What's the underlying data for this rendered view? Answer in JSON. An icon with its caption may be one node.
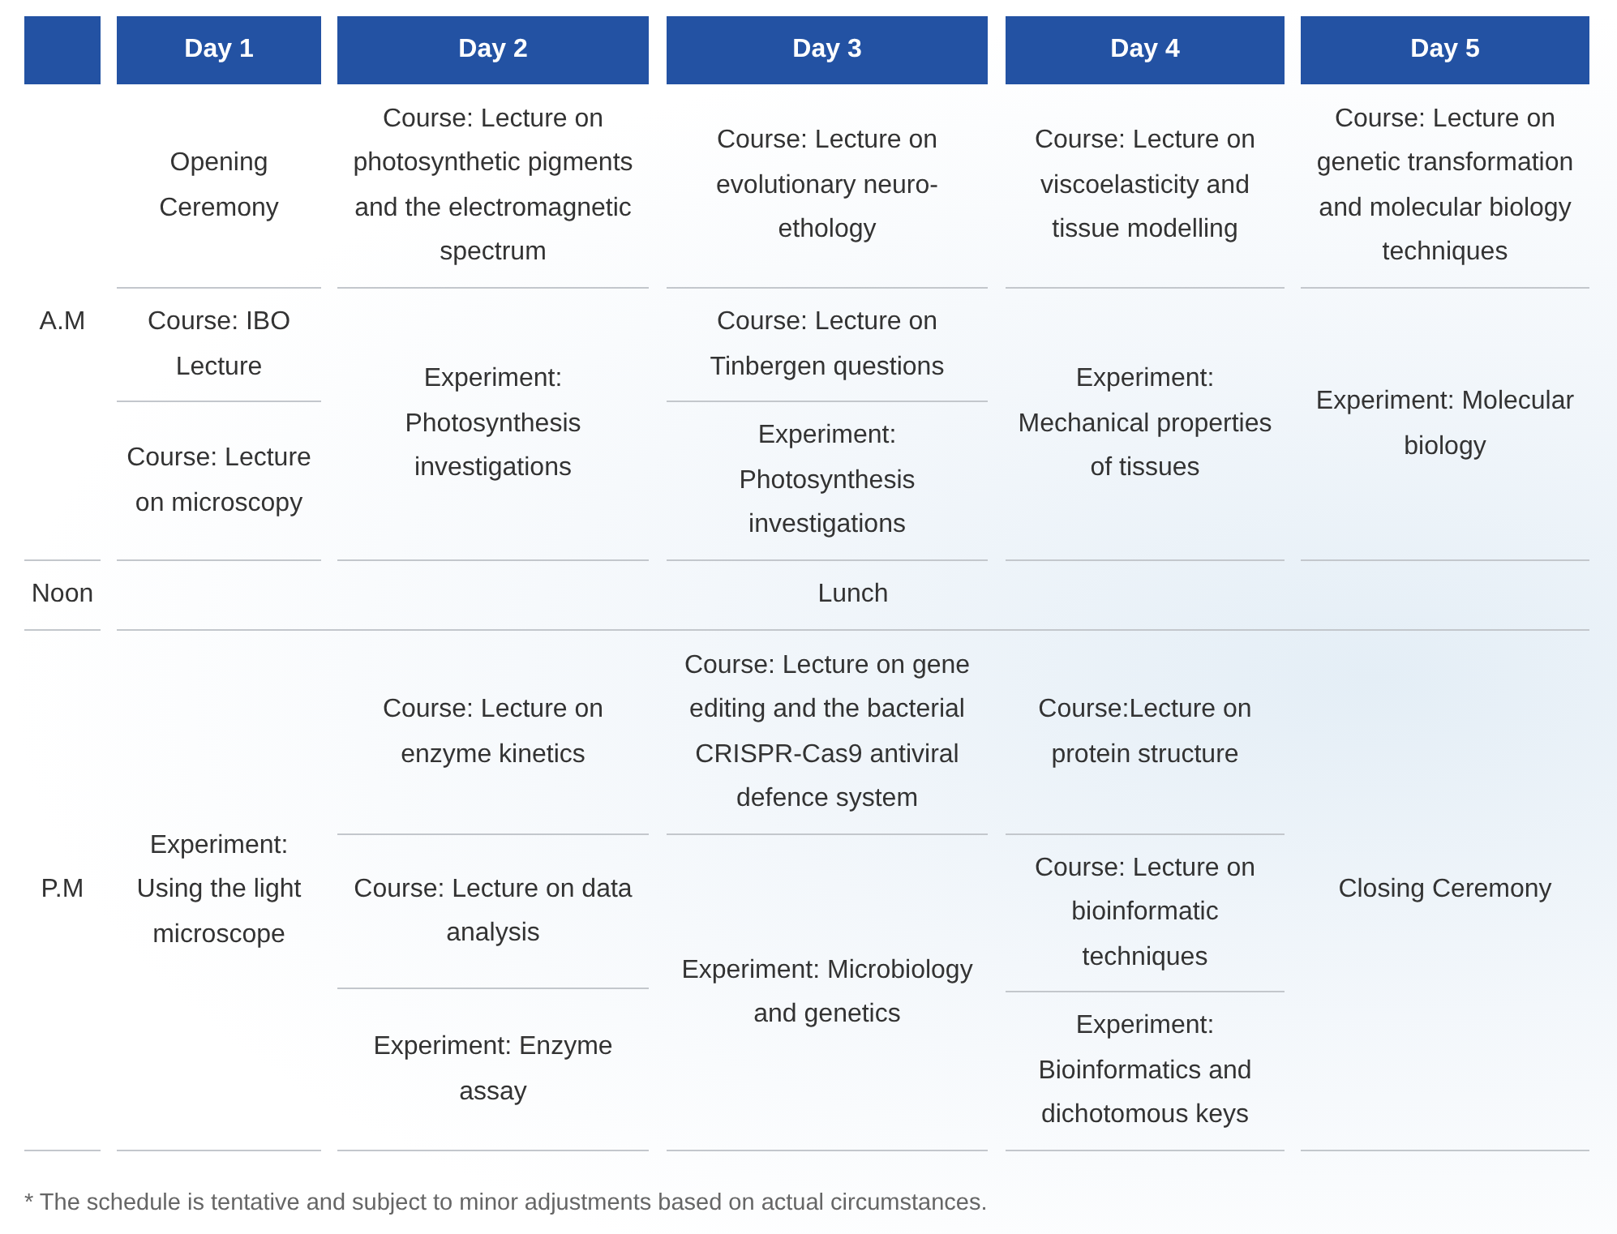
{
  "diagram": {
    "labels": [
      "Day 1",
      "Day 2",
      "Day 3",
      "Day 4",
      "Day 5",
      "A.M",
      "Opening Ceremony",
      "Course: Lecture on photosynthetic pigments and the electromagnetic spectrum",
      "Course: Lecture on evolutionary neuro-ethology",
      "Course: Lecture on viscoelasticity and tissue modelling",
      "Course: Lecture on genetic transformation and molecular biology techniques",
      "Course: IBO Lecture",
      "Experiment: Photosynthesis investigations",
      "Course: Lecture on Tinbergen questions",
      "Experiment: Mechanical properties of tissues",
      "Experiment: Molecular biology",
      "Course: Lecture on microscopy",
      "Experiment: Photosynthesis investigations",
      "Noon",
      "Lunch",
      "P.M",
      "Experiment: Using the light microscope",
      "Course: Lecture on enzyme kinetics",
      "Course: Lecture on gene editing and the bacterial CRISPR-Cas9 antiviral defence system",
      "Course:Lecture on protein structure",
      "Closing Ceremony",
      "Course: Lecture on data analysis",
      "Experiment: Microbiology and genetics",
      "Course: Lecture on bioinformatic techniques",
      "Experiment: Enzyme assay",
      "Experiment: Bioinformatics and dichotomous keys",
      "* The schedule is tentative and subject to minor adjustments based on actual circumstances."
    ]
  }
}
